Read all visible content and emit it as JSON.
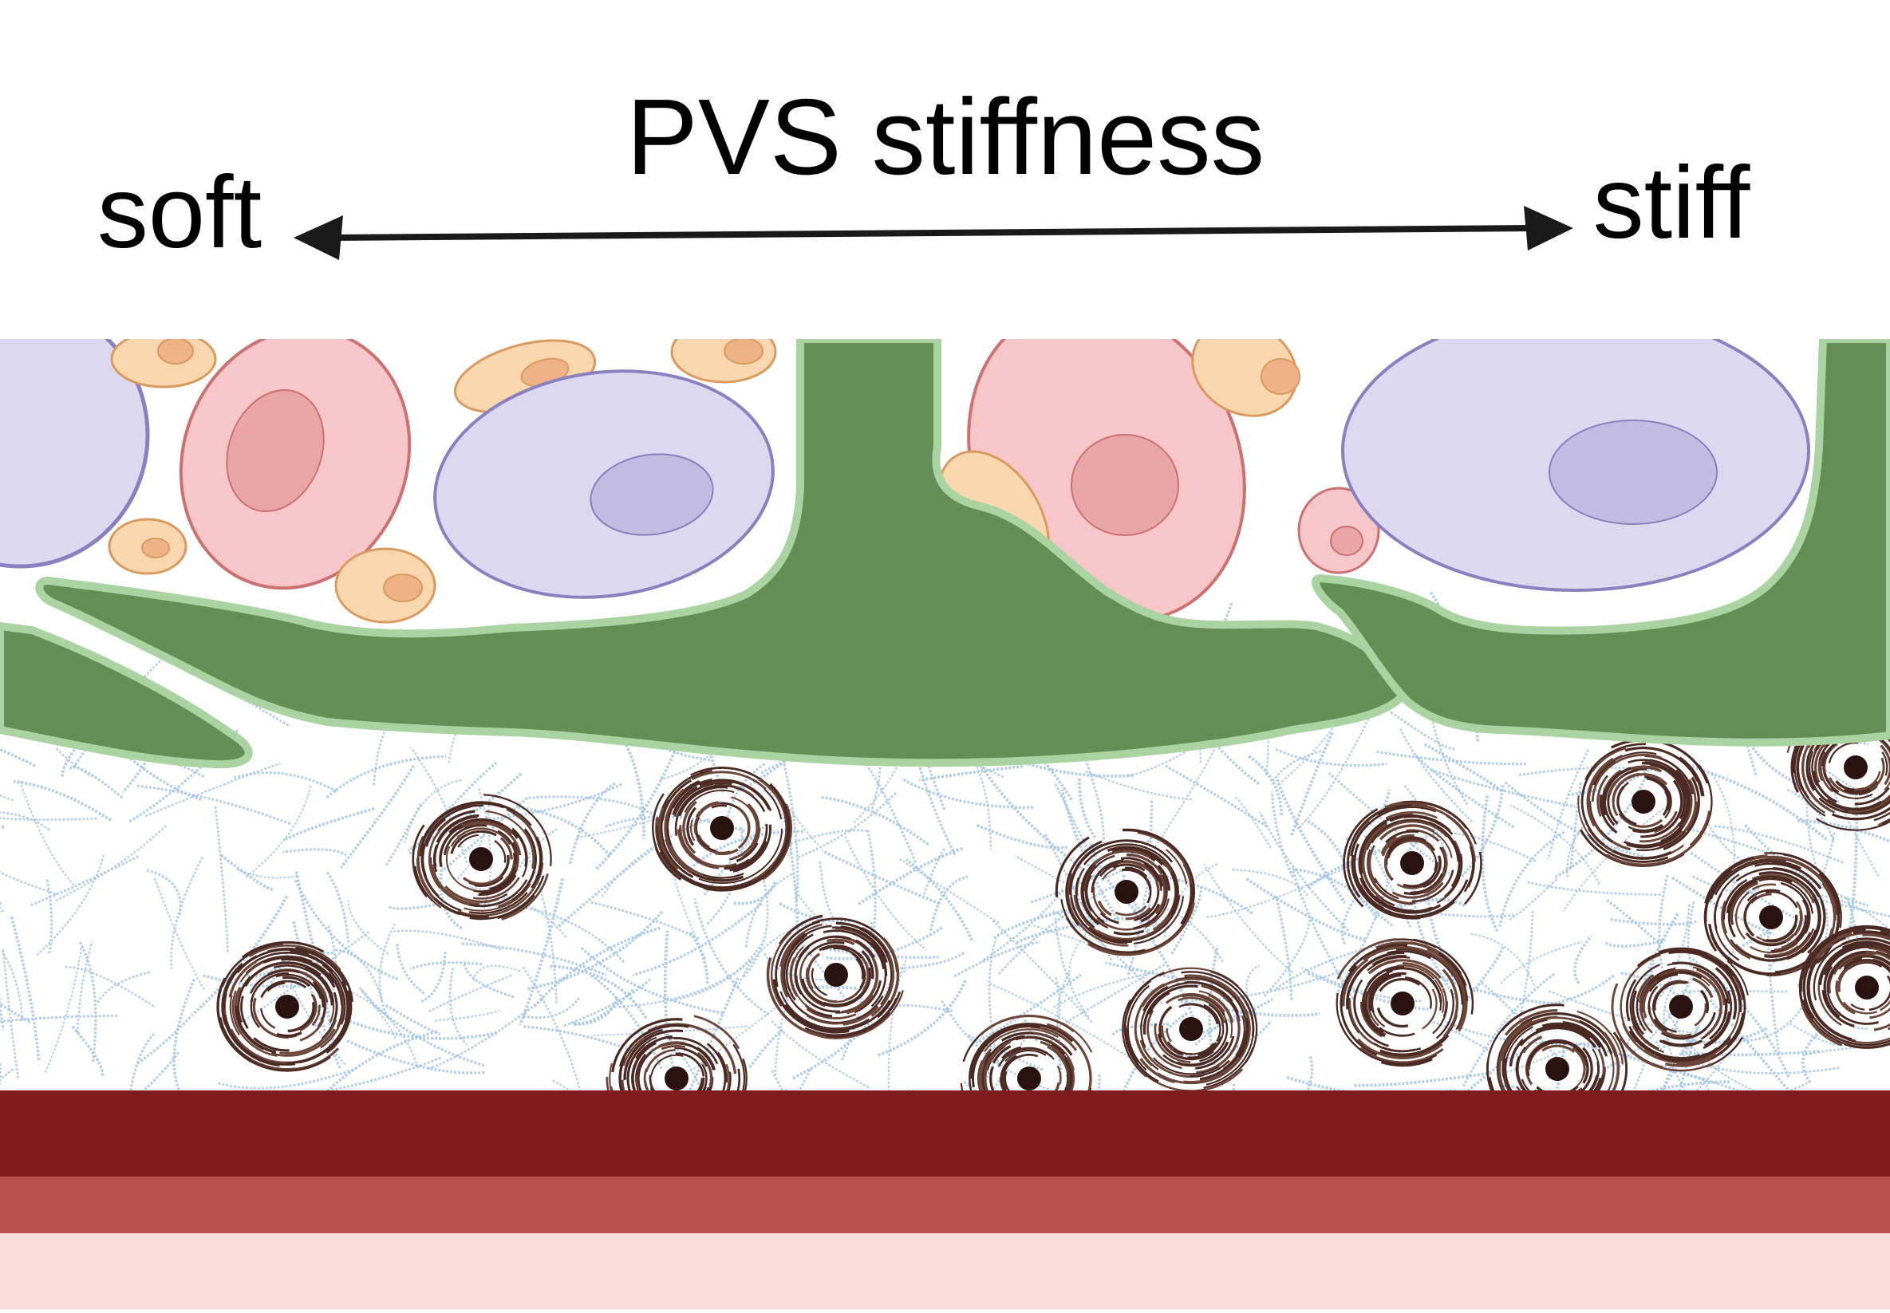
{
  "header": {
    "title": "PVS stiffness",
    "left_label": "soft",
    "right_label": "stiff"
  },
  "colors": {
    "text": "#000000",
    "arrow": "#1a1a1a",
    "astrocyte_fill": "#638e55",
    "astrocyte_outline": "#a9d3a0",
    "purple_cell_fill": "#dcd8f0",
    "purple_cell_stroke": "#8a7fbf",
    "purple_nucleus": "#c2bce3",
    "pink_cell_fill": "#f6c6c8",
    "pink_cell_stroke": "#cc7070",
    "pink_nucleus": "#e9a5a6",
    "orange_cell_fill": "#f8d6ae",
    "orange_cell_stroke": "#d99a5e",
    "orange_nucleus": "#eeb286",
    "ecm_fiber": "#a6c5e3",
    "fiber_nest": "#4a2a22",
    "nest_core": "#2a1210",
    "vessel_layer_1": "#811a1a",
    "vessel_layer_2": "#b85050",
    "vessel_layer_3": "#fbdcdc"
  },
  "icons": {
    "astrocyte": "astrocyte-endfoot-icon",
    "neuron": "cell-icon",
    "collagen_nest": "fibrillar-collagen-nest-icon",
    "vessel": "blood-vessel-wall-icon"
  }
}
